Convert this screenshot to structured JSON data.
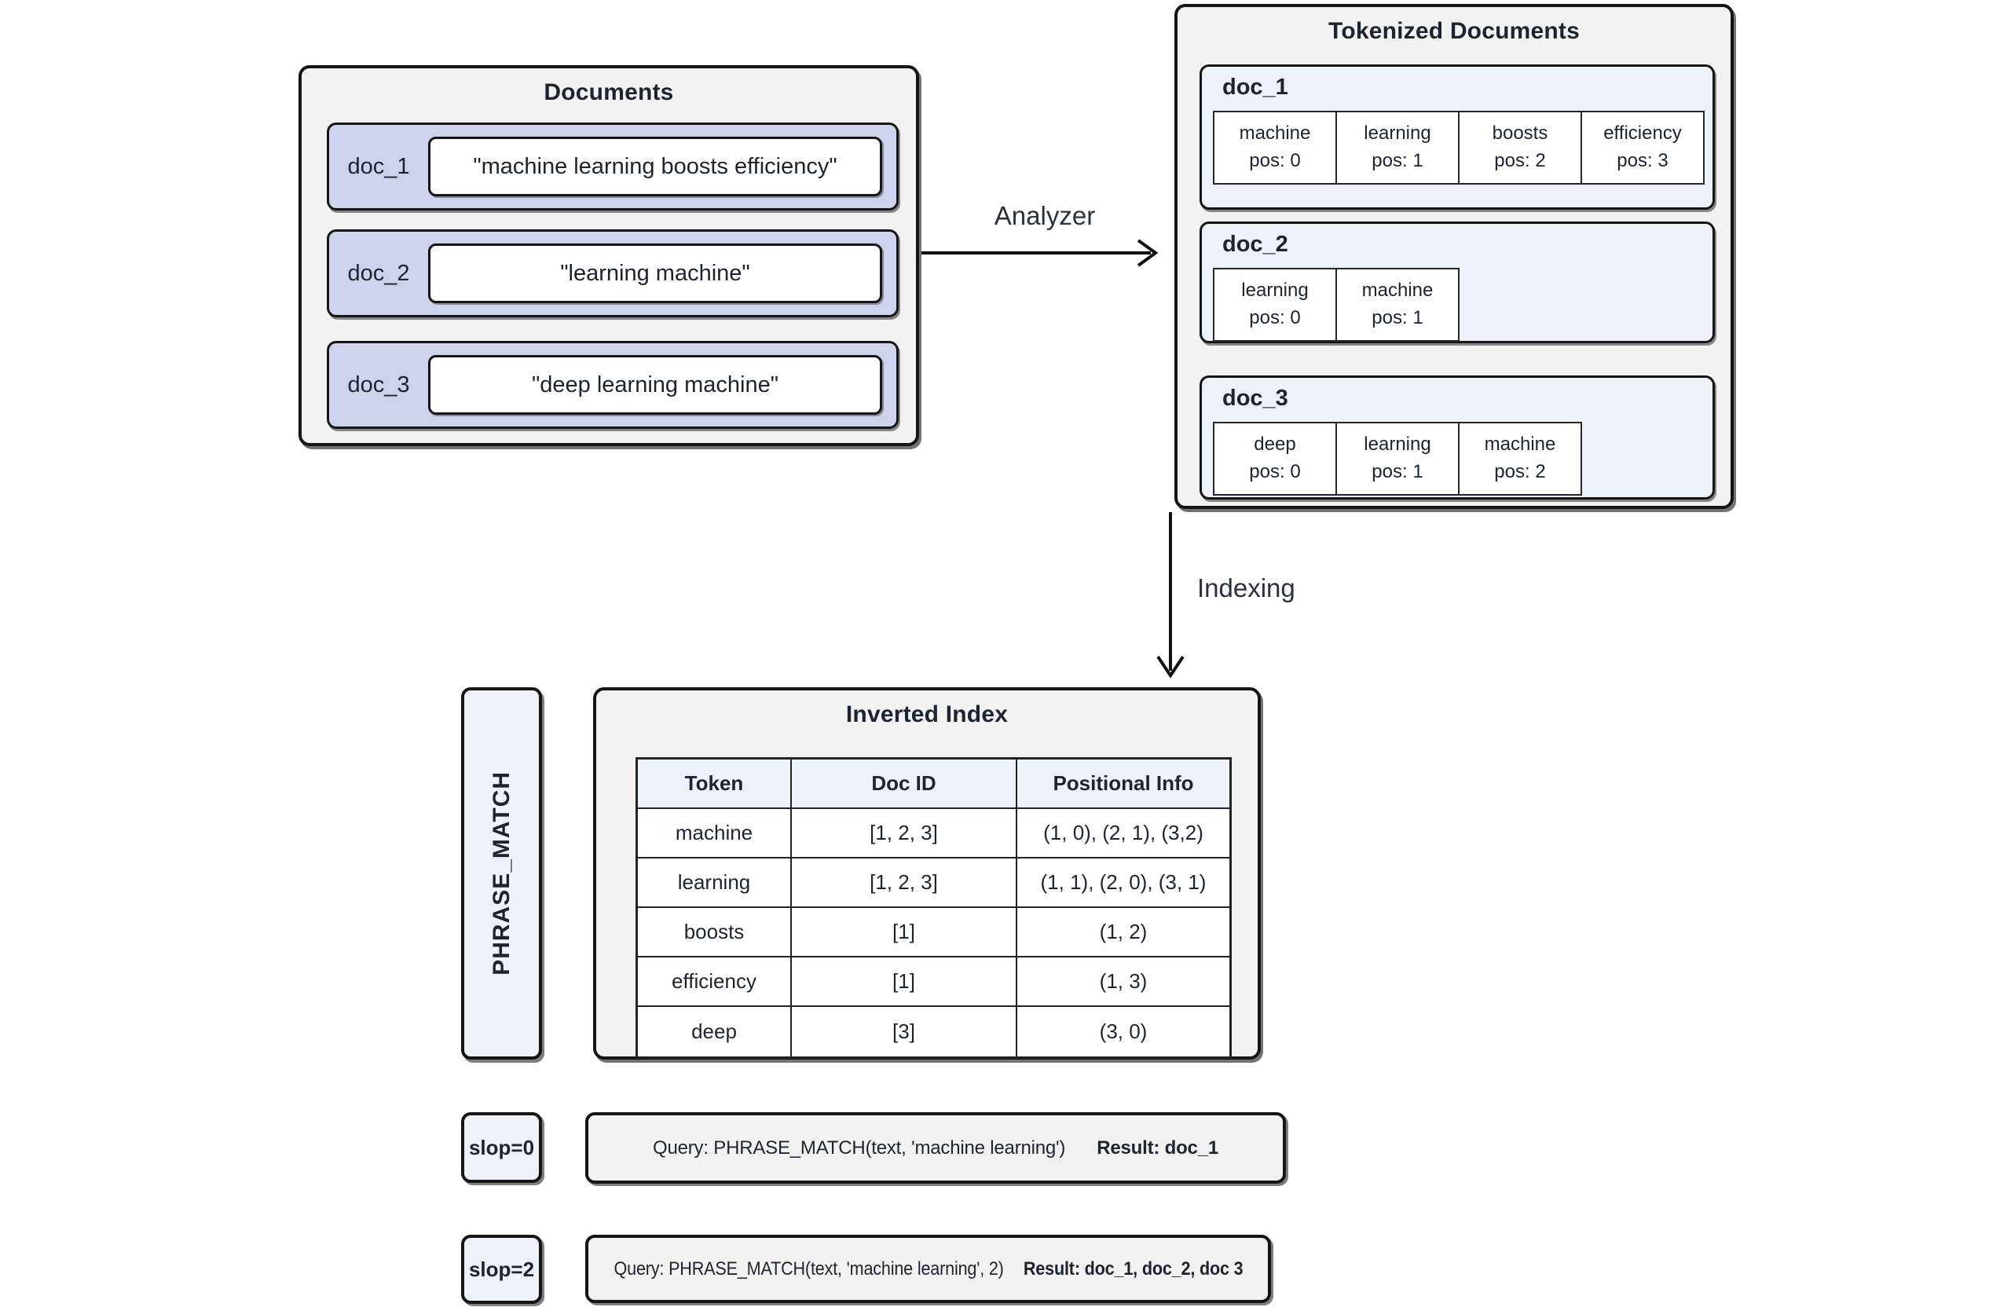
{
  "labels": {
    "analyzer": "Analyzer",
    "indexing": "Indexing",
    "phrase_match": "PHRASE_MATCH"
  },
  "documents_panel": {
    "title": "Documents",
    "rows": [
      {
        "id": "doc_1",
        "text": "\"machine learning boosts efficiency\""
      },
      {
        "id": "doc_2",
        "text": "\"learning machine\""
      },
      {
        "id": "doc_3",
        "text": "\"deep learning machine\""
      }
    ]
  },
  "tokenized_panel": {
    "title": "Tokenized Documents",
    "docs": [
      {
        "id": "doc_1",
        "tokens": [
          {
            "t": "machine",
            "p": "pos: 0"
          },
          {
            "t": "learning",
            "p": "pos: 1"
          },
          {
            "t": "boosts",
            "p": "pos: 2"
          },
          {
            "t": "efficiency",
            "p": "pos: 3"
          }
        ]
      },
      {
        "id": "doc_2",
        "tokens": [
          {
            "t": "learning",
            "p": "pos: 0"
          },
          {
            "t": "machine",
            "p": "pos: 1"
          }
        ]
      },
      {
        "id": "doc_3",
        "tokens": [
          {
            "t": "deep",
            "p": "pos: 0"
          },
          {
            "t": "learning",
            "p": "pos: 1"
          },
          {
            "t": "machine",
            "p": "pos: 2"
          }
        ]
      }
    ]
  },
  "inverted_index": {
    "title": "Inverted Index",
    "columns": [
      "Token",
      "Doc ID",
      "Positional Info"
    ],
    "rows": [
      [
        "machine",
        "[1, 2, 3]",
        "(1, 0), (2, 1), (3,2)"
      ],
      [
        "learning",
        "[1, 2, 3]",
        "(1, 1), (2, 0), (3, 1)"
      ],
      [
        "boosts",
        "[1]",
        "(1, 2)"
      ],
      [
        "efficiency",
        "[1]",
        "(1, 3)"
      ],
      [
        "deep",
        "[3]",
        "(3, 0)"
      ]
    ]
  },
  "queries": [
    {
      "slop": "slop=0",
      "query": "Query: PHRASE_MATCH(text, 'machine learning')",
      "result": "Result: doc_1"
    },
    {
      "slop": "slop=2",
      "query": "Query: PHRASE_MATCH(text, 'machine learning', 2)",
      "result": "Result: doc_1, doc_2, doc 3"
    }
  ],
  "colors": {
    "panel_bg": "#f2f2f3",
    "doc_row_bg": "#cdd3ed",
    "accent_bg": "#edf1fb",
    "border": "#151515",
    "text": "#1c2430"
  }
}
